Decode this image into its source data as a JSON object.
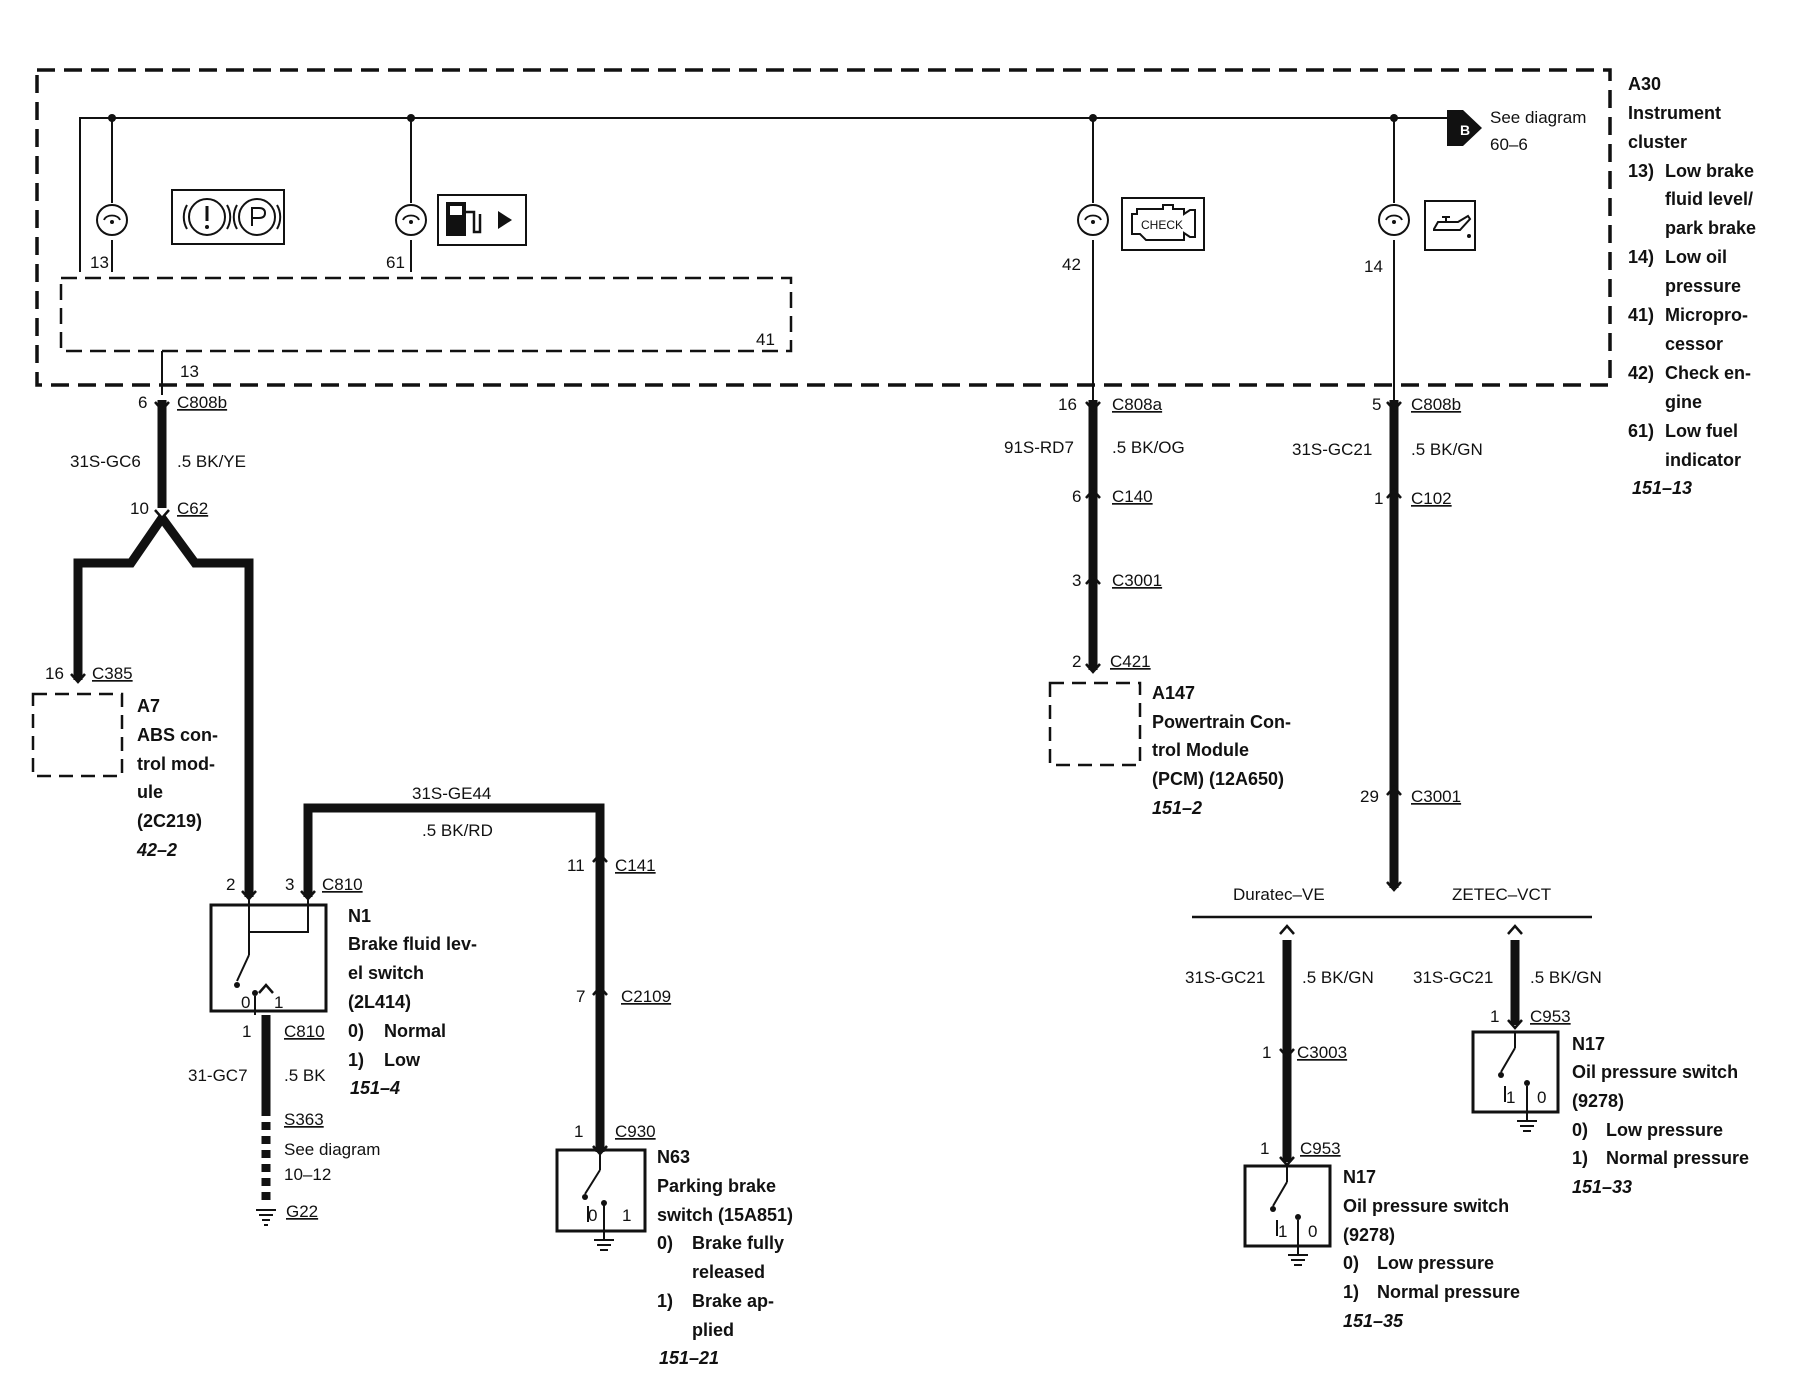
{
  "cluster": {
    "id": "A30",
    "name_lines": [
      "Instrument",
      "cluster"
    ],
    "legend": [
      {
        "num": "13)",
        "lines": [
          "Low brake",
          "fluid level/",
          "park brake"
        ]
      },
      {
        "num": "14)",
        "lines": [
          "Low oil",
          "pressure"
        ]
      },
      {
        "num": "41)",
        "lines": [
          "Micropro-",
          "cessor"
        ]
      },
      {
        "num": "42)",
        "lines": [
          "Check en-",
          "gine"
        ]
      },
      {
        "num": "61)",
        "lines": [
          "Low fuel",
          "indicator"
        ]
      }
    ],
    "ref": "151–13",
    "see_diagram": {
      "marker": "B",
      "text": "See diagram",
      "ref": "60–6"
    },
    "microprocessor_label": "41",
    "indicators": [
      {
        "pin": "13",
        "icon": "brake-warning-icon"
      },
      {
        "pin": "61",
        "icon": "fuel-pump-icon"
      },
      {
        "pin": "42",
        "icon": "check-engine-icon",
        "icon_text": "CHECK"
      },
      {
        "pin": "14",
        "icon": "oil-can-icon"
      }
    ],
    "out_pin": "13"
  },
  "connectors": {
    "c808b_left": {
      "pin": "6",
      "name": "C808b"
    },
    "c808a": {
      "pin": "16",
      "name": "C808a"
    },
    "c808b_right": {
      "pin": "5",
      "name": "C808b"
    },
    "c62": {
      "pin": "10",
      "name": "C62"
    },
    "c385": {
      "pin": "16",
      "name": "C385"
    },
    "c810_top": {
      "pin2": "2",
      "pin3": "3",
      "name": "C810"
    },
    "c810_bottom": {
      "pin": "1",
      "name": "C810"
    },
    "c141": {
      "pin": "11",
      "name": "C141"
    },
    "c2109": {
      "pin": "7",
      "name": "C2109"
    },
    "c930": {
      "pin": "1",
      "name": "C930"
    },
    "c140": {
      "pin": "6",
      "name": "C140"
    },
    "c3001_mid": {
      "pin": "3",
      "name": "C3001"
    },
    "c421": {
      "pin": "2",
      "name": "C421"
    },
    "c102": {
      "pin": "1",
      "name": "C102"
    },
    "c3001_right": {
      "pin": "29",
      "name": "C3001"
    },
    "c3003": {
      "pin": "1",
      "name": "C3003"
    },
    "c953_left": {
      "pin": "1",
      "name": "C953"
    },
    "c953_right": {
      "pin": "1",
      "name": "C953"
    }
  },
  "wires": {
    "gc6": {
      "circuit": "31S-GC6",
      "spec": ".5 BK/YE"
    },
    "rd7": {
      "circuit": "91S-RD7",
      "spec": ".5 BK/OG"
    },
    "gc21_main": {
      "circuit": "31S-GC21",
      "spec": ".5 BK/GN"
    },
    "ge44": {
      "circuit": "31S-GE44",
      "spec": ".5 BK/RD"
    },
    "gc7": {
      "circuit": "31-GC7",
      "spec": ".5 BK"
    },
    "gc21_left": {
      "circuit": "31S-GC21",
      "spec": ".5 BK/GN"
    },
    "gc21_right": {
      "circuit": "31S-GC21",
      "spec": ".5 BK/GN"
    }
  },
  "splice": {
    "name": "S363",
    "text": "See diagram",
    "ref": "10–12"
  },
  "ground": {
    "name": "G22"
  },
  "engine_variants": {
    "left": "Duratec–VE",
    "right": "ZETEC–VCT"
  },
  "components": {
    "a7": {
      "id": "A7",
      "lines": [
        "ABS con-",
        "trol mod-",
        "ule",
        "(2C219)"
      ],
      "ref": "42–2"
    },
    "n1": {
      "id": "N1",
      "lines": [
        "Brake fluid lev-",
        "el switch",
        "(2L414)"
      ],
      "states": [
        {
          "num": "0)",
          "text": "Normal"
        },
        {
          "num": "1)",
          "text": "Low"
        }
      ],
      "ref": "151–4",
      "contact_0": "0",
      "contact_1": "1"
    },
    "n63": {
      "id": "N63",
      "lines": [
        "Parking brake",
        "switch (15A851)"
      ],
      "states": [
        {
          "num": "0)",
          "lines": [
            "Brake fully",
            "released"
          ]
        },
        {
          "num": "1)",
          "lines": [
            "Brake ap-",
            "plied"
          ]
        }
      ],
      "ref": "151–21",
      "contact_0": "0",
      "contact_1": "1"
    },
    "a147": {
      "id": "A147",
      "lines": [
        "Powertrain Con-",
        "trol Module",
        "(PCM) (12A650)"
      ],
      "ref": "151–2"
    },
    "n17_left": {
      "id": "N17",
      "lines": [
        "Oil pressure switch",
        "(9278)"
      ],
      "states": [
        {
          "num": "0)",
          "text": "Low pressure"
        },
        {
          "num": "1)",
          "text": "Normal pressure"
        }
      ],
      "ref": "151–35",
      "contact_1": "1",
      "contact_0": "0"
    },
    "n17_right": {
      "id": "N17",
      "lines": [
        "Oil pressure switch",
        "(9278)"
      ],
      "states": [
        {
          "num": "0)",
          "text": "Low pressure"
        },
        {
          "num": "1)",
          "text": "Normal pressure"
        }
      ],
      "ref": "151–33",
      "contact_1": "1",
      "contact_0": "0"
    }
  },
  "colors": {
    "ink": "#111111",
    "background": "#ffffff"
  }
}
